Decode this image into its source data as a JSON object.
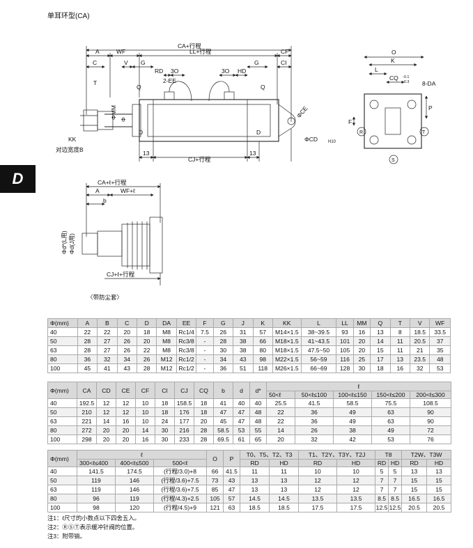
{
  "title": "单耳环型(CA)",
  "tab_letter": "D",
  "drawing_main": {
    "labels": [
      "CA+行程",
      "A",
      "WF",
      "LL+行程",
      "CF",
      "C",
      "V",
      "G",
      "RD",
      "3O",
      "3O",
      "HD",
      "G",
      "CI",
      "T",
      "Q",
      "2-EE",
      "Q",
      "ΦMM",
      "Φ",
      "D",
      "D",
      "KK",
      "对边宽度B",
      "13",
      "CJ+行程",
      "13",
      "ΦCD",
      "H10",
      "ΦCE"
    ]
  },
  "drawing_side": {
    "labels": [
      "O",
      "K",
      "L",
      "CQ",
      "-0.1",
      "-0.3",
      "8-DA",
      "F",
      "P",
      "R",
      "T",
      "S"
    ]
  },
  "drawing_boot": {
    "labels": [
      "CA+ℓ+行程",
      "A",
      "WF+ℓ",
      "b",
      "Φd*(L用)",
      "Φd(J用)",
      "CJ+ℓ+行程"
    ],
    "caption": "〈带防尘套〉"
  },
  "table1": {
    "headers": [
      "Φ(mm)",
      "A",
      "B",
      "C",
      "D",
      "DA",
      "EE",
      "F",
      "G",
      "J",
      "K",
      "KK",
      "L",
      "LL",
      "MM",
      "Q",
      "T",
      "V",
      "WF"
    ],
    "rows": [
      [
        "40",
        "22",
        "22",
        "20",
        "18",
        "M8",
        "Rc1/4",
        "7.5",
        "26",
        "31",
        "57",
        "M14×1.5",
        "38~39.5",
        "93",
        "16",
        "13",
        "8",
        "18.5",
        "33.5"
      ],
      [
        "50",
        "28",
        "27",
        "26",
        "20",
        "M8",
        "Rc3/8",
        "-",
        "28",
        "38",
        "66",
        "M18×1.5",
        "41~43.5",
        "101",
        "20",
        "14",
        "11",
        "20.5",
        "37"
      ],
      [
        "63",
        "28",
        "27",
        "26",
        "22",
        "M8",
        "Rc3/8",
        "-",
        "30",
        "38",
        "80",
        "M18×1.5",
        "47.5~50",
        "105",
        "20",
        "15",
        "11",
        "21",
        "35"
      ],
      [
        "80",
        "36",
        "32",
        "34",
        "26",
        "M12",
        "Rc1/2",
        "-",
        "34",
        "43",
        "98",
        "M22×1.5",
        "56~59",
        "116",
        "25",
        "17",
        "13",
        "23.5",
        "48"
      ],
      [
        "100",
        "45",
        "41",
        "43",
        "28",
        "M12",
        "Rc1/2",
        "-",
        "36",
        "51",
        "118",
        "M26×1.5",
        "66~69",
        "128",
        "30",
        "18",
        "16",
        "32",
        "53"
      ]
    ]
  },
  "table2": {
    "headers": [
      "Φ(mm)",
      "CA",
      "CD",
      "CE",
      "CF",
      "CI",
      "CJ",
      "CQ",
      "b",
      "d",
      "d*",
      "ℓ"
    ],
    "subheaders": [
      "50<ℓ",
      "50<ℓ≤100",
      "100<ℓ≤150",
      "150<ℓ≤200",
      "200<ℓ≤300"
    ],
    "rows": [
      [
        "40",
        "192.5",
        "12",
        "12",
        "10",
        "18",
        "158.5",
        "18",
        "41",
        "40",
        "40",
        "25.5",
        "41.5",
        "58.5",
        "75.5",
        "108.5"
      ],
      [
        "50",
        "210",
        "12",
        "12",
        "10",
        "18",
        "176",
        "18",
        "47",
        "47",
        "48",
        "22",
        "36",
        "49",
        "63",
        "90"
      ],
      [
        "63",
        "221",
        "14",
        "16",
        "10",
        "24",
        "177",
        "20",
        "45",
        "47",
        "48",
        "22",
        "36",
        "49",
        "63",
        "90"
      ],
      [
        "80",
        "272",
        "20",
        "20",
        "14",
        "30",
        "216",
        "28",
        "58.5",
        "53",
        "55",
        "14",
        "26",
        "38",
        "49",
        "72"
      ],
      [
        "100",
        "298",
        "20",
        "20",
        "16",
        "30",
        "233",
        "28",
        "69.5",
        "61",
        "65",
        "20",
        "32",
        "42",
        "53",
        "76"
      ]
    ]
  },
  "table3": {
    "headers": [
      "Φ(mm)",
      "ℓ",
      "O",
      "P",
      "T0、T5、T2、T3",
      "T1、T2Y、T3Y、T2J",
      "T8",
      "T2W、T3W"
    ],
    "subheaders": [
      "300<ℓ≤400",
      "400<ℓ≤500",
      "500<ℓ",
      "RD",
      "HD",
      "RD",
      "HD",
      "RD",
      "HD",
      "RD",
      "HD"
    ],
    "rows": [
      [
        "40",
        "141.5",
        "174.5",
        "(行程/3.0)+8",
        "66",
        "41.5",
        "11",
        "11",
        "10",
        "10",
        "5",
        "5",
        "13",
        "13"
      ],
      [
        "50",
        "119",
        "146",
        "(行程/3.6)+7.5",
        "73",
        "43",
        "13",
        "13",
        "12",
        "12",
        "7",
        "7",
        "15",
        "15"
      ],
      [
        "63",
        "119",
        "146",
        "(行程/3.6)+7.5",
        "85",
        "47",
        "13",
        "13",
        "12",
        "12",
        "7",
        "7",
        "15",
        "15"
      ],
      [
        "80",
        "96",
        "119",
        "(行程/4.3)+2.5",
        "105",
        "57",
        "14.5",
        "14.5",
        "13.5",
        "13.5",
        "8.5",
        "8.5",
        "16.5",
        "16.5"
      ],
      [
        "100",
        "98",
        "120",
        "(行程/4.5)+9",
        "121",
        "63",
        "18.5",
        "18.5",
        "17.5",
        "17.5",
        "12.5",
        "12.5",
        "20.5",
        "20.5"
      ]
    ]
  },
  "notes": [
    "注1：ℓ尺寸的小数点以下四舍五入。",
    "注2：ⓇⓈⓉ表示缓冲针阀的位置。",
    "注3：附带销。"
  ]
}
